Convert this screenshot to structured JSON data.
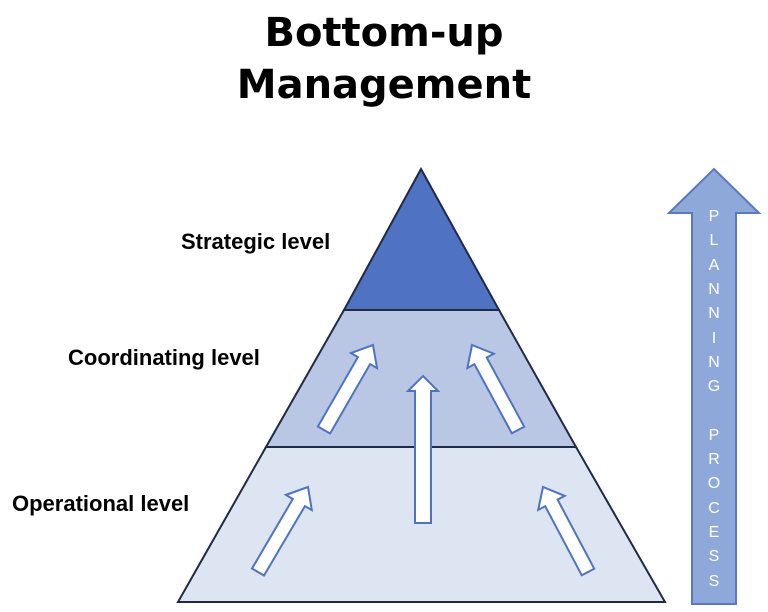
{
  "title": {
    "line1": "Bottom-up",
    "line2": "Management"
  },
  "levels": {
    "strategic": "Strategic level",
    "coordinating": "Coordinating level",
    "operational": "Operational level"
  },
  "side_arrow": {
    "letters": [
      "P",
      "L",
      "A",
      "N",
      "N",
      "I",
      "N",
      "G",
      "",
      "P",
      "R",
      "O",
      "C",
      "E",
      "S",
      "S"
    ]
  },
  "colors": {
    "strategic_fill": "#4f73c2",
    "coordinating_fill": "#b9c6e4",
    "operational_fill": "#dde4f2",
    "outline": "#1f2a44",
    "side_arrow_fill": "#8fa8da",
    "side_arrow_stroke": "#5a79be"
  }
}
